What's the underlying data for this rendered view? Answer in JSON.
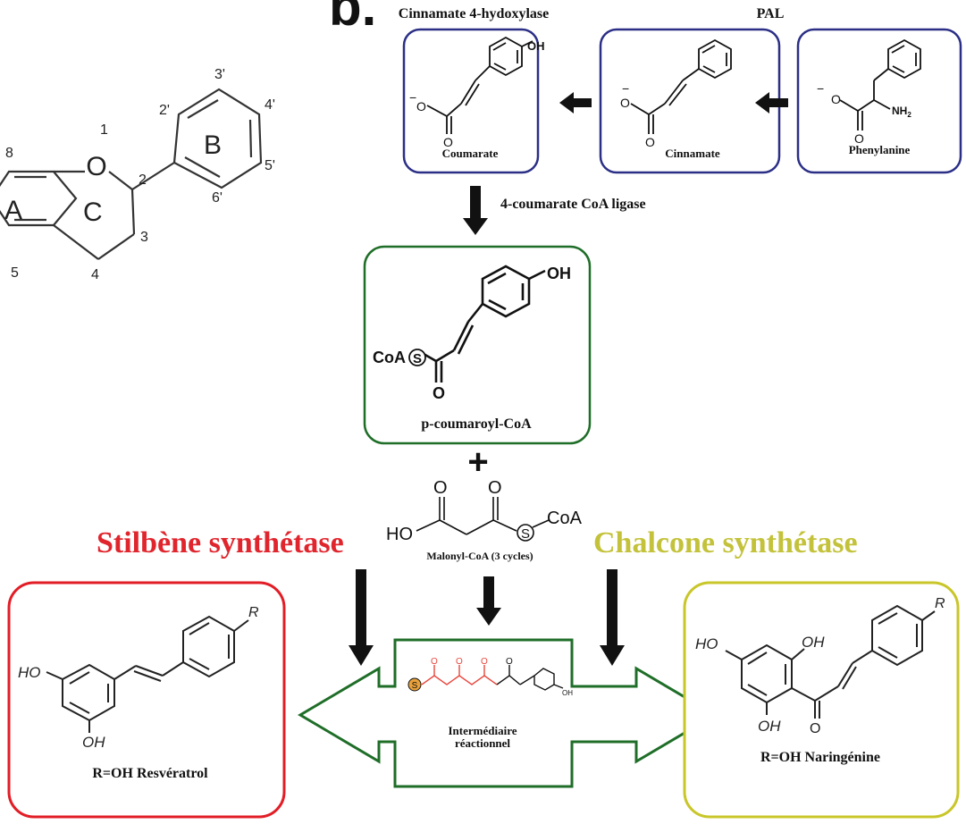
{
  "colors": {
    "blue_box": "#2b2f86",
    "green_box": "#1f6e28",
    "red_box": "#e21d26",
    "yellow_box": "#c9c62a",
    "red_text": "#e0252d",
    "yellow_text": "#c3c23a",
    "keto_red": "#e8463d",
    "s_orange": "#e9a23b"
  },
  "panel_b": {
    "label": "b."
  },
  "flavan": {
    "ring_a": "A",
    "ring_b": "B",
    "ring_c": "C",
    "oxygen": "O",
    "pos_1": "1",
    "pos_2": "2",
    "pos_3": "3",
    "pos_4": "4",
    "pos_5": "5",
    "pos_8": "8",
    "pos_2p": "2'",
    "pos_3p": "3'",
    "pos_4p": "4'",
    "pos_5p": "5'",
    "pos_6p": "6'"
  },
  "enzymes": {
    "c4h": "Cinnamate 4-hydoxylase",
    "pal": "PAL",
    "cl4": "4-coumarate CoA ligase",
    "sts": "Stilbène synthétase",
    "chs": "Chalcone synthétase"
  },
  "compounds": {
    "phenylalanine": "Phenylanine",
    "cinnamate": "Cinnamate",
    "coumarate": "Coumarate",
    "pcoumaroyl": "p-coumaroyl-CoA",
    "malonyl": "Malonyl-CoA (3 cycles)",
    "intermediate_l1": "Intermédiaire",
    "intermediate_l2": "réactionnel",
    "resveratrol": "R=OH Resvératrol",
    "naringenin": "R=OH Naringénine"
  },
  "atoms": {
    "oh": "OH",
    "ho": "HO",
    "o": "O",
    "minus": "−",
    "nh2": "NH",
    "nh2_sub": "2",
    "coa": "CoA",
    "s": "S",
    "r": "R",
    "plus": "+"
  }
}
